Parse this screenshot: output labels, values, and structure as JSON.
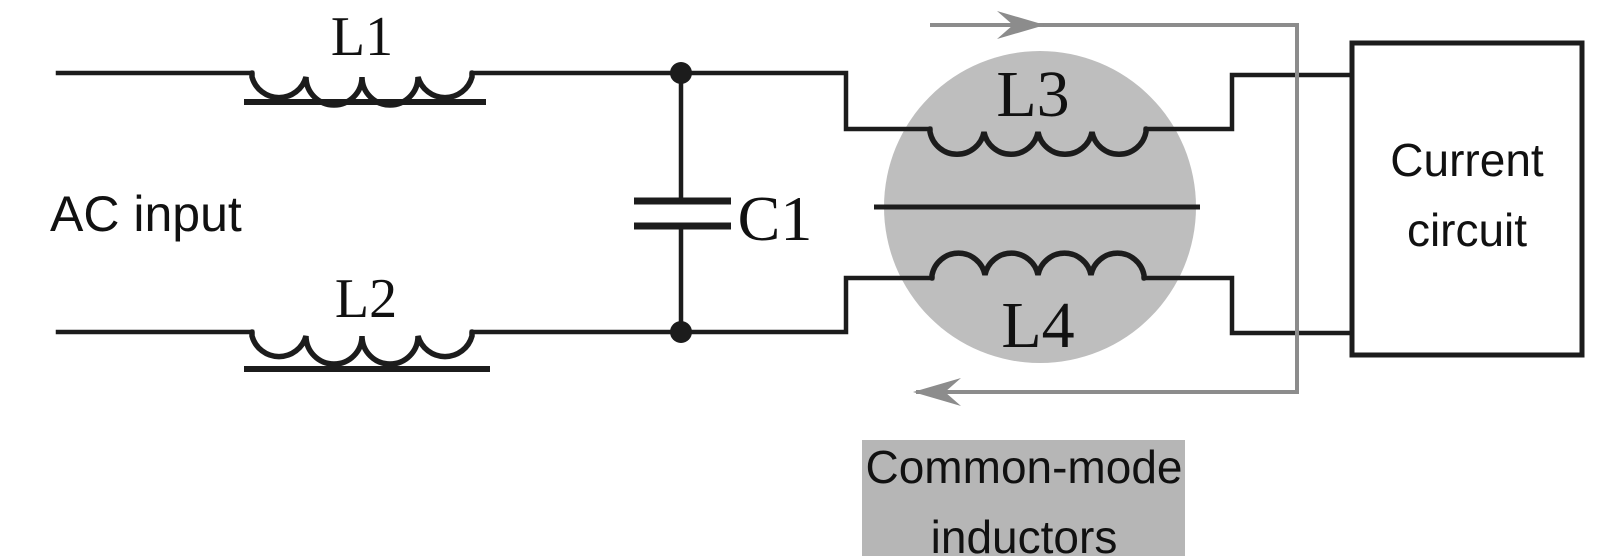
{
  "labels": {
    "ac_input": "AC input",
    "l1": "L1",
    "l2": "L2",
    "l3": "L3",
    "l4": "L4",
    "c1": "C1",
    "current_circuit_line1": "Current",
    "current_circuit_line2": "circuit",
    "common_mode_line1": "Common-mode",
    "common_mode_line2": "inductors"
  },
  "icons": {
    "top_arrow": "right-arrow-icon",
    "bottom_arrow": "left-arrow-icon"
  },
  "colors": {
    "wire": "#1c1c1c",
    "core_circle": "#bebebe",
    "label_box": "#b6b6b6",
    "arrow": "#8c8c8c",
    "background": "#ffffff"
  }
}
